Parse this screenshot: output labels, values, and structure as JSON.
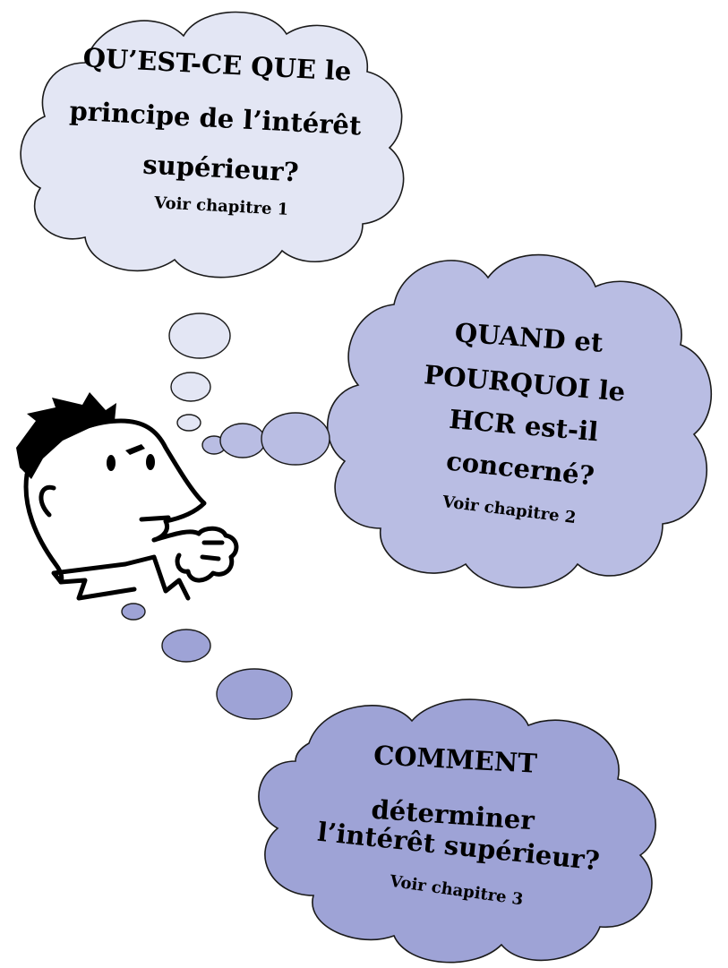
{
  "colors": {
    "cloud1": "#e3e6f4",
    "cloud2": "#b9bde3",
    "cloud3": "#9ea3d6",
    "outline": "#1a1a1a"
  },
  "bubble1": {
    "line1": "QU’EST-CE QUE le",
    "line2": "principe de l’intérêt",
    "line3": "supérieur?",
    "ref": "Voir chapitre 1"
  },
  "bubble2": {
    "line1": "QUAND et",
    "line2": "POURQUOI le",
    "line3": "HCR est-il",
    "line4": "concerné?",
    "ref": "Voir chapitre 2"
  },
  "bubble3": {
    "line1": "COMMENT",
    "line2": "déterminer",
    "line3": "l’intérêt supérieur?",
    "ref": "Voir chapitre 3"
  },
  "icons": {
    "figure": "thinking-man-icon"
  }
}
